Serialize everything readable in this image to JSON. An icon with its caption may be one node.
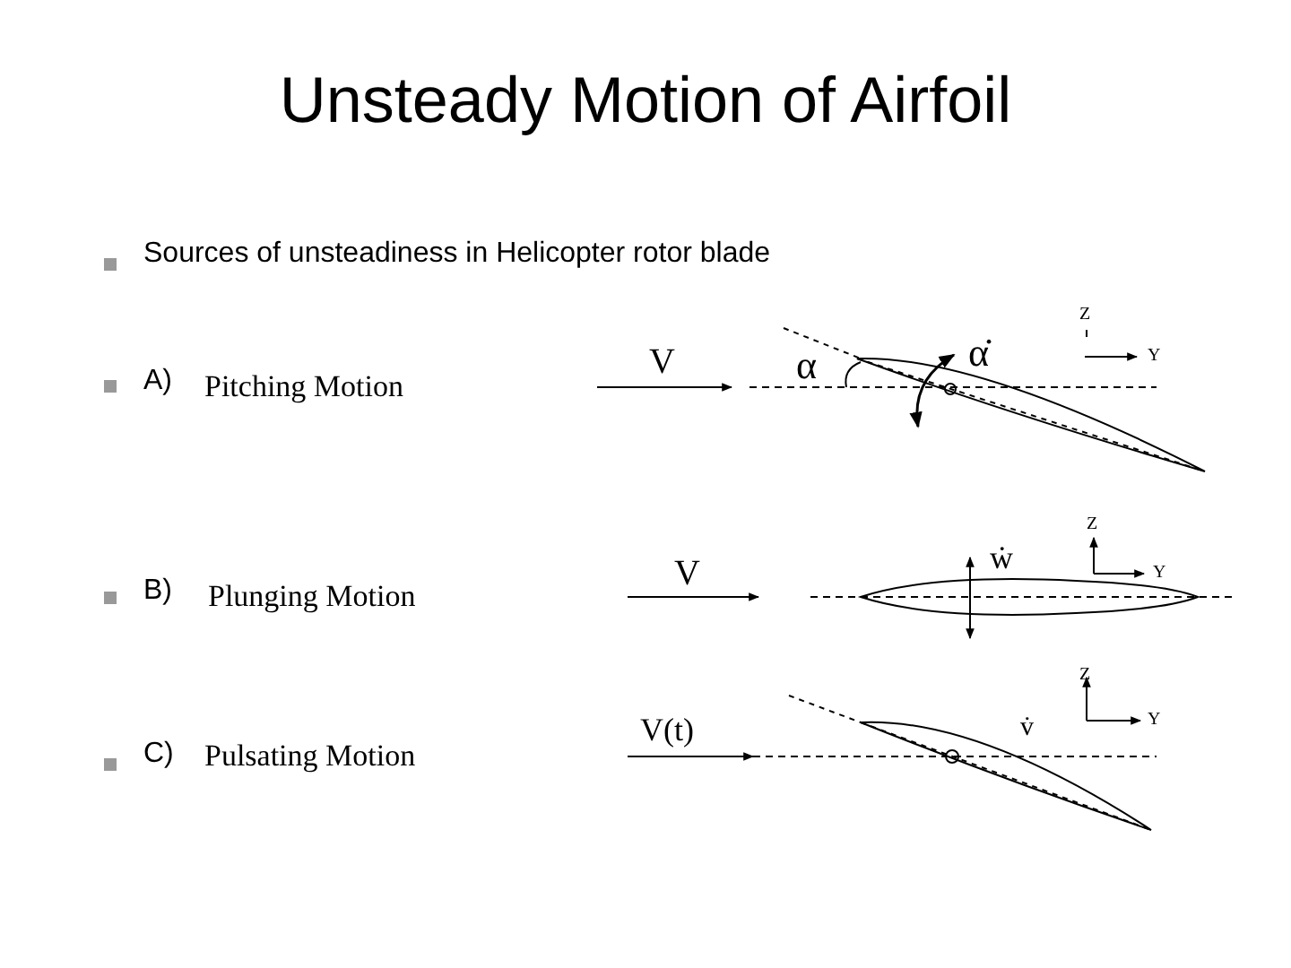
{
  "diagram": {
    "title": "Unsteady Motion of Airfoil",
    "labels": [
      "Sources of unsteadiness in Helicopter rotor blade",
      "A)",
      "Pitching Motion",
      "V",
      "α",
      "α̇",
      "Z",
      "Y",
      "B)",
      "Plunging Motion",
      "V",
      "ẇ",
      "Z",
      "Y",
      "C)",
      "Pulsating Motion",
      "V(t)",
      "v̇",
      "Z",
      "Y"
    ]
  }
}
